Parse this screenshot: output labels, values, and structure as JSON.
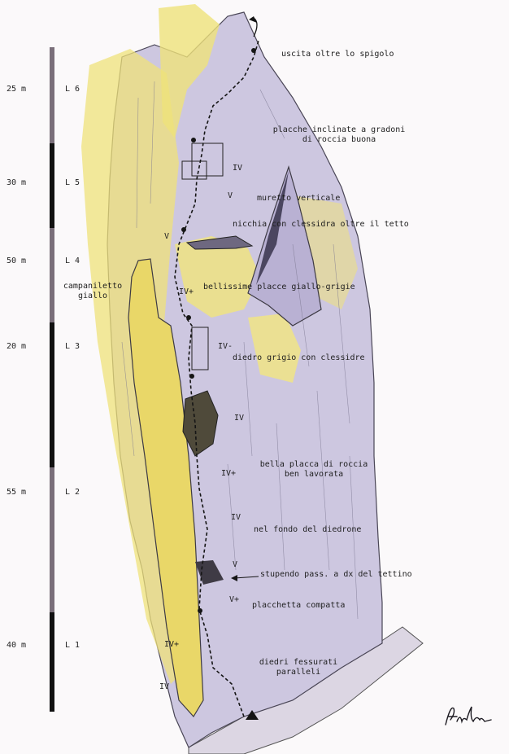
{
  "pitches": [
    {
      "length": "25 m",
      "label": "L 6"
    },
    {
      "length": "30 m",
      "label": "L 5"
    },
    {
      "length": "50 m",
      "label": "L 4"
    },
    {
      "length": "20 m",
      "label": "L 3"
    },
    {
      "length": "55 m",
      "label": "L 2"
    },
    {
      "length": "40 m",
      "label": "L 1"
    }
  ],
  "features": {
    "campaniletto": [
      "campaniletto",
      "giallo"
    ]
  },
  "annotations": [
    {
      "id": "uscita",
      "lines": [
        "uscita oltre lo spigolo"
      ]
    },
    {
      "id": "placche-incl",
      "lines": [
        "placche inclinate a gradoni",
        "di roccia buona"
      ]
    },
    {
      "id": "muretto",
      "lines": [
        "muretto verticale"
      ]
    },
    {
      "id": "nicchia",
      "lines": [
        "nicchia con clessidra oltre il tetto"
      ]
    },
    {
      "id": "bellissime",
      "lines": [
        "bellissime placce giallo-grigie"
      ]
    },
    {
      "id": "diedro",
      "lines": [
        "diedro grigio con clessidre"
      ]
    },
    {
      "id": "bella",
      "lines": [
        "bella placca di roccia",
        "ben lavorata"
      ]
    },
    {
      "id": "fondo",
      "lines": [
        "nel fondo del diedrone"
      ]
    },
    {
      "id": "stupendo",
      "lines": [
        "stupendo pass. a dx del tettino"
      ]
    },
    {
      "id": "placchetta",
      "lines": [
        "placchetta compatta"
      ]
    },
    {
      "id": "diedri",
      "lines": [
        "diedri fessurati",
        "paralleli"
      ]
    }
  ],
  "grades": [
    "IV",
    "V",
    "V",
    "IV+",
    "IV-",
    "IV",
    "IV+",
    "IV",
    "V",
    "V+",
    "IV+",
    "IV"
  ],
  "colors": {
    "rock": "#cbc5df",
    "rock_dark": "#a9a1c8",
    "yellow": "#efe27a",
    "pencil": "#2d2a33",
    "route": "#151515",
    "ground": "#d9d4df"
  },
  "signature": {
    "text": "Andrea"
  }
}
